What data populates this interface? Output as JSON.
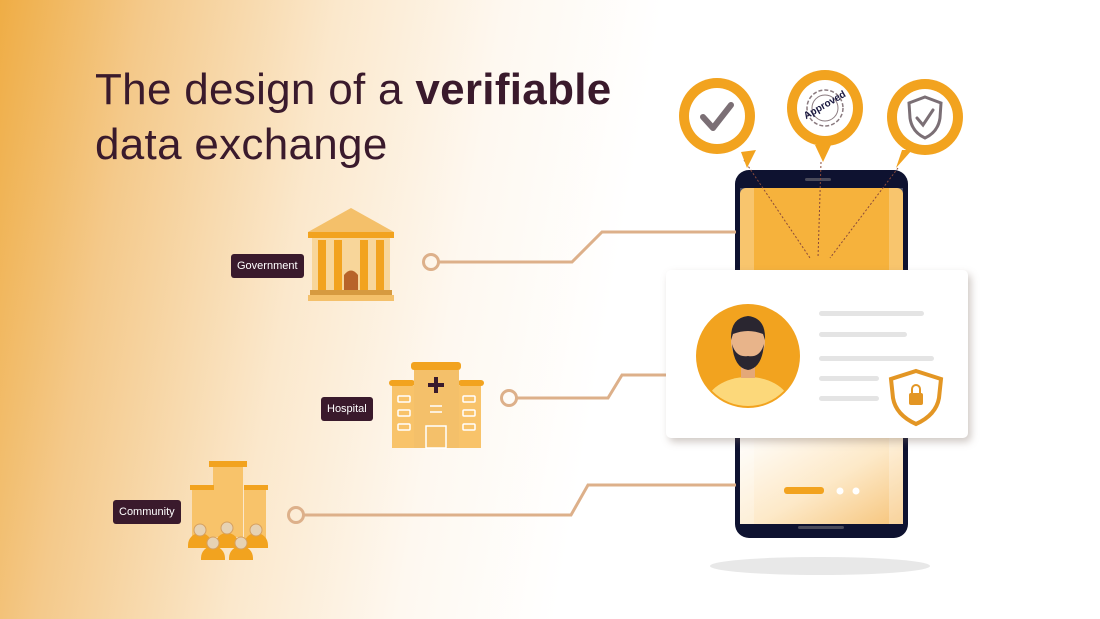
{
  "title": {
    "regular": "The design of a ",
    "bold": "verifiable",
    "line2": "data exchange"
  },
  "entities": [
    {
      "label": "Government",
      "icon": "government-building-icon"
    },
    {
      "label": "Hospital",
      "icon": "hospital-icon"
    },
    {
      "label": "Community",
      "icon": "community-icon"
    }
  ],
  "badges": [
    {
      "icon": "checkmark-icon"
    },
    {
      "icon": "approved-stamp-icon",
      "text": "Approved"
    },
    {
      "icon": "shield-check-icon"
    }
  ],
  "id_card": {
    "avatar": "user-avatar-icon",
    "lock_icon": "shield-lock-icon"
  },
  "colors": {
    "accent": "#f2a31f",
    "dark": "#3a1a2c",
    "phone": "#0e1230",
    "connector": "#ddb08a"
  }
}
